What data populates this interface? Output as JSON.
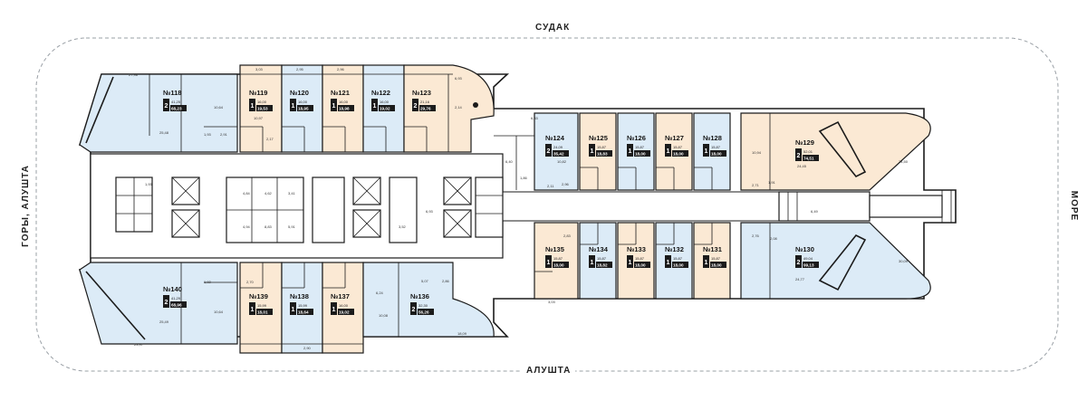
{
  "directions": {
    "top": "СУДАК",
    "bottom": "АЛУШТА",
    "left": "ГОРЫ, АЛУШТА",
    "right": "МОРЕ"
  },
  "units": [
    {
      "id": "u118",
      "number": "№118",
      "rooms": "2",
      "living": "41,25",
      "area": "68,23",
      "color": "blue"
    },
    {
      "id": "u119",
      "number": "№119",
      "rooms": "1",
      "living": "16,00",
      "area": "19,53",
      "color": "peach"
    },
    {
      "id": "u120",
      "number": "№120",
      "rooms": "1",
      "living": "16,00",
      "area": "18,95",
      "color": "blue"
    },
    {
      "id": "u121",
      "number": "№121",
      "rooms": "1",
      "living": "16,00",
      "area": "18,98",
      "color": "peach"
    },
    {
      "id": "u122",
      "number": "№122",
      "rooms": "1",
      "living": "16,00",
      "area": "19,02",
      "color": "blue"
    },
    {
      "id": "u123",
      "number": "№123",
      "rooms": "2",
      "living": "21,16",
      "area": "29,76",
      "color": "peach"
    },
    {
      "id": "u124",
      "number": "№124",
      "rooms": "2",
      "living": "24,09",
      "area": "35,42",
      "color": "blue"
    },
    {
      "id": "u125",
      "number": "№125",
      "rooms": "1",
      "living": "15,87",
      "area": "18,83",
      "color": "peach"
    },
    {
      "id": "u126",
      "number": "№126",
      "rooms": "1",
      "living": "15,87",
      "area": "18,00",
      "color": "blue"
    },
    {
      "id": "u127",
      "number": "№127",
      "rooms": "1",
      "living": "15,87",
      "area": "18,00",
      "color": "peach"
    },
    {
      "id": "u128",
      "number": "№128",
      "rooms": "1",
      "living": "15,87",
      "area": "18,00",
      "color": "blue"
    },
    {
      "id": "u129",
      "number": "№129",
      "rooms": "2",
      "living": "52,01",
      "area": "74,51",
      "color": "peach"
    },
    {
      "id": "u130",
      "number": "№130",
      "rooms": "2",
      "living": "49,04",
      "area": "99,13",
      "color": "blue"
    },
    {
      "id": "u131",
      "number": "№131",
      "rooms": "1",
      "living": "15,87",
      "area": "18,00",
      "color": "peach"
    },
    {
      "id": "u132",
      "number": "№132",
      "rooms": "1",
      "living": "15,87",
      "area": "18,00",
      "color": "blue"
    },
    {
      "id": "u133",
      "number": "№133",
      "rooms": "1",
      "living": "15,87",
      "area": "18,00",
      "color": "peach"
    },
    {
      "id": "u134",
      "number": "№134",
      "rooms": "1",
      "living": "15,87",
      "area": "18,82",
      "color": "blue"
    },
    {
      "id": "u135",
      "number": "№135",
      "rooms": "1",
      "living": "15,87",
      "area": "18,00",
      "color": "peach"
    },
    {
      "id": "u136",
      "number": "№136",
      "rooms": "2",
      "living": "32,30",
      "area": "56,26",
      "color": "blue"
    },
    {
      "id": "u137",
      "number": "№137",
      "rooms": "1",
      "living": "16,00",
      "area": "19,02",
      "color": "peach"
    },
    {
      "id": "u138",
      "number": "№138",
      "rooms": "1",
      "living": "15,99",
      "area": "18,64",
      "color": "blue"
    },
    {
      "id": "u139",
      "number": "№139",
      "rooms": "1",
      "living": "15,99",
      "area": "18,01",
      "color": "peach"
    },
    {
      "id": "u140",
      "number": "№140",
      "rooms": "2",
      "living": "41,29",
      "area": "68,96",
      "color": "blue"
    }
  ],
  "dimensions": {
    "d1": "27,98",
    "d2": "25,48",
    "d3": "10,64",
    "d4": "1,93",
    "d5": "2,91",
    "d6": "3,03",
    "d7": "2,95",
    "d8": "2,96",
    "d9": "10,97",
    "d10": "2,17",
    "d11": "6,93",
    "d12": "2,14",
    "d13": "6,40",
    "d14": "6,33",
    "d15": "10,82",
    "d16": "2,11",
    "d17": "2,96",
    "d18": "1,86",
    "d19": "10,94",
    "d20": "24,45",
    "d21": "34,50",
    "d22": "1,91",
    "d23": "2,71",
    "d24": "6,49",
    "d25": "30,09",
    "d26": "24,77",
    "d27": "2,08",
    "d28": "2,76",
    "d29": "2,83",
    "d30": "3,03",
    "d31": "6,24",
    "d32": "10,08",
    "d33": "5,07",
    "d34": "2,86",
    "d35": "18,09",
    "d36": "23,97",
    "d37": "25,49",
    "d38": "1,92",
    "d39": "1,93",
    "d40": "4,84",
    "d41": "4,62",
    "d42": "4,94",
    "d43": "8,83",
    "d44": "3,41",
    "d45": "5,91",
    "d46": "3,52",
    "d47": "6,93",
    "d48": "2,90",
    "d49": "10,64",
    "d50": "2,70"
  }
}
